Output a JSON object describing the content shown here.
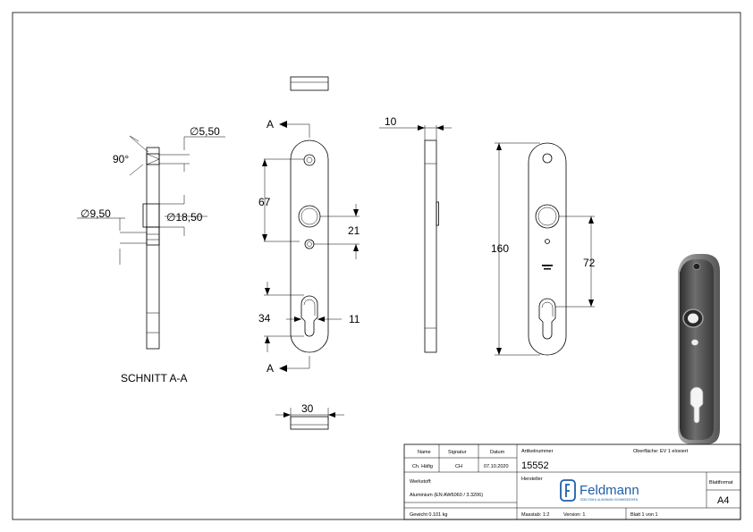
{
  "dimensions": {
    "d_5_50": "∅5,50",
    "angle_90": "90°",
    "d_9_50": "∅9,50",
    "d_18_50": "∅18,50",
    "dim_67": "67",
    "dim_21": "21",
    "dim_34": "34",
    "dim_11": "11",
    "dim_10": "10",
    "dim_160": "160",
    "dim_72": "72",
    "dim_30": "30",
    "section_mark_top": "A",
    "section_mark_bottom": "A",
    "section_label": "SCHNITT A-A"
  },
  "title_block": {
    "col_name": "Name",
    "col_signatur": "Signatur",
    "col_datum": "Datum",
    "name_value": "Ch. Häfig",
    "signatur_value": "CH",
    "datum_value": "07.10.2020",
    "artikelnummer_label": "Artikelnummer",
    "artikelnummer_value": "15552",
    "oberflaeche": "Oberfläche: EV 1 eloxiert",
    "werkstoff_label": "Werkstoff:",
    "werkstoff_value": "Aluminium (EN AW6060 / 3.3206)",
    "hersteller_label": "Hersteller",
    "logo_text": "Feldmann",
    "logo_tagline": "EDELSTAHL ALUMINIUM SCHMIEDEEISEN",
    "blattformat_label": "Blattformat",
    "blattformat_value": "A4",
    "gewicht": "Gewicht 0.101 kg",
    "massstab": "Masstab: 1:2",
    "version": "Version: 1",
    "blatt": "Blatt 1 von 1"
  },
  "colors": {
    "line": "#000000",
    "logo_blue": "#1f5fa8",
    "render_dark": "#3c3c3c",
    "render_mid": "#8a8a8a"
  }
}
